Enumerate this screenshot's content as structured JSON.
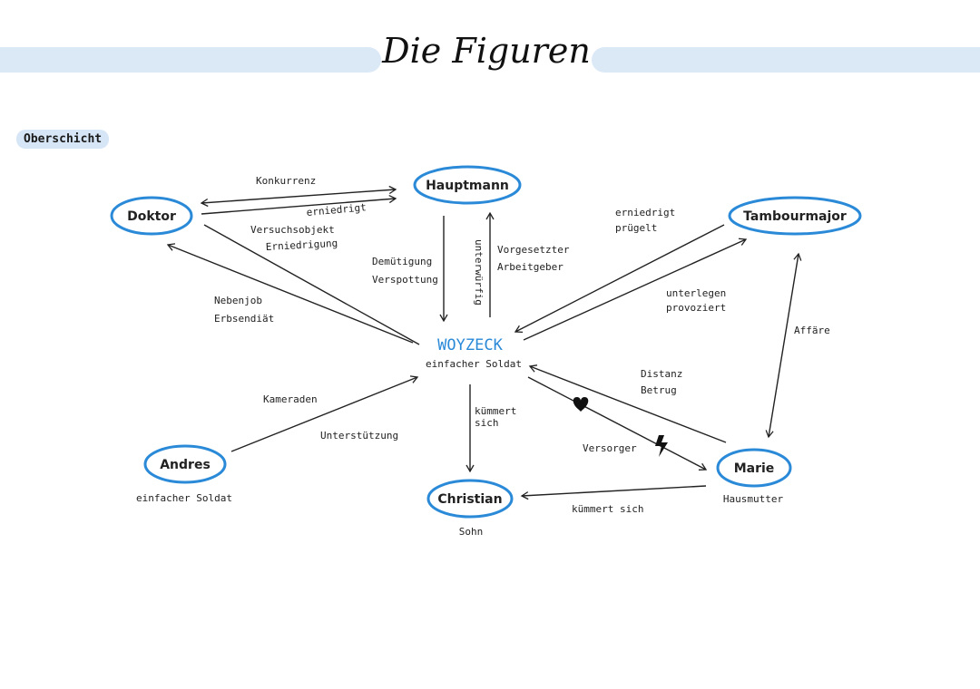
{
  "title": "Die Figuren",
  "section": "Oberschicht",
  "nodes": {
    "doktor": "Doktor",
    "hauptmann": "Hauptmann",
    "tambourmajor": "Tambourmajor",
    "woyzeck": "WOYZECK",
    "woyzeck_role": "einfacher Soldat",
    "andres": "Andres",
    "andres_role": "einfacher Soldat",
    "christian": "Christian",
    "christian_role": "Sohn",
    "marie": "Marie",
    "marie_role": "Hausmutter"
  },
  "edges": {
    "konkurrenz": "Konkurrenz",
    "erniedrigt_1": "erniedrigt",
    "versuchsobjekt": "Versuchsobjekt",
    "erniedrigung": "Erniedrigung",
    "nebenjob": "Nebenjob",
    "erbsendiaet": "Erbsendiät",
    "demuetigung": "Demütigung",
    "verspottung": "Verspottung",
    "unterwuerfig": "unterwürfig",
    "vorgesetzter": "Vorgesetzter",
    "arbeitgeber": "Arbeitgeber",
    "erniedrigt_2": "erniedrigt",
    "pruegelt": "prügelt",
    "unterlegen": "unterlegen",
    "provoziert": "provoziert",
    "affaere": "Affäre",
    "distanz": "Distanz",
    "betrug": "Betrug",
    "versorger": "Versorger",
    "kameraden": "Kameraden",
    "unterstuetzung": "Unterstützung",
    "kuemmert_1": "kümmert",
    "sich_1": "sich",
    "kuemmert_sich": "kümmert sich"
  },
  "icons": [
    "heart-icon",
    "lightning-icon"
  ],
  "colors": {
    "accent": "#2b8ad8",
    "banner": "#dbe9f7"
  }
}
